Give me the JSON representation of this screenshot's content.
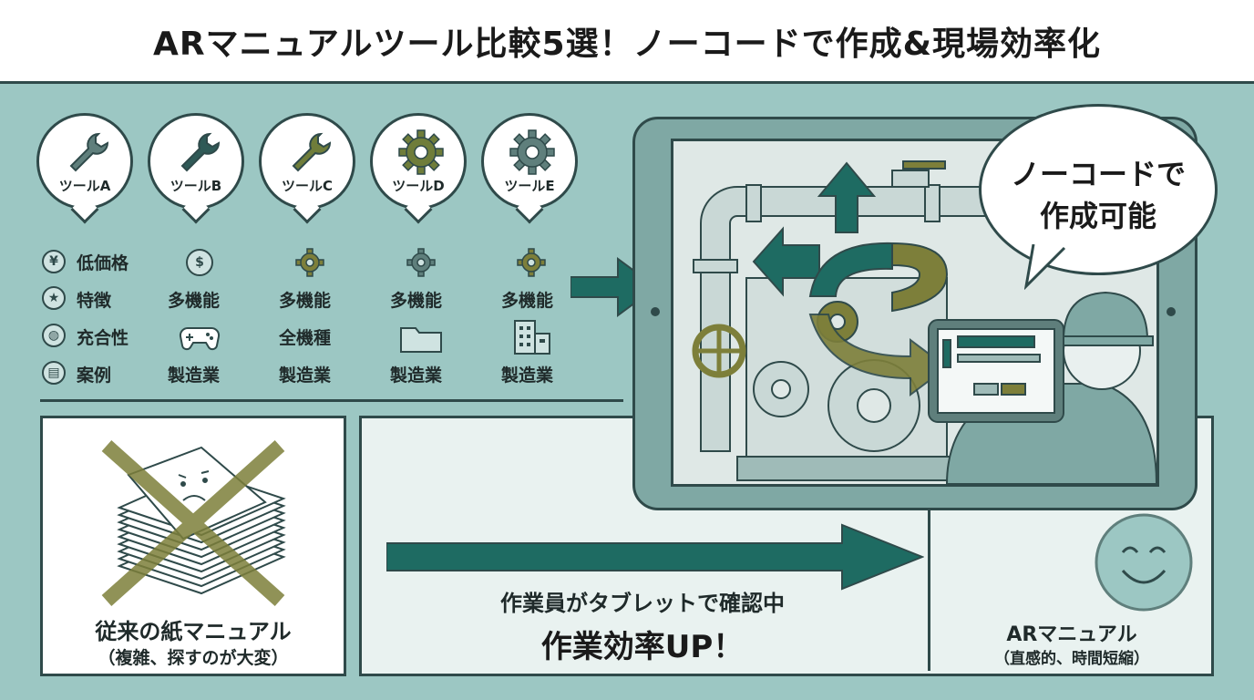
{
  "title": "ARマニュアルツール比較5選！ノーコードで作成&現場効率化",
  "tools": [
    {
      "label": "ツールA",
      "icon": "wrench-icon",
      "color": "#5f7f7c",
      "features": [
        "低価格",
        "特徴",
        "充合性",
        "案例"
      ]
    },
    {
      "label": "ツールB",
      "icon": "wrench-icon",
      "color": "#2f5a57",
      "features": [
        "多機能",
        "製造業"
      ]
    },
    {
      "label": "ツールC",
      "icon": "wrench-icon",
      "color": "#6f7d3a",
      "features": [
        "多機能",
        "全機種",
        "製造業"
      ]
    },
    {
      "label": "ツールD",
      "icon": "gear-icon",
      "color": "#6f7d3a",
      "features": [
        "多機能",
        "製造業"
      ]
    },
    {
      "label": "ツールE",
      "icon": "gear-icon",
      "color": "#5f7f7c",
      "features": [
        "多機能",
        "製造業"
      ]
    }
  ],
  "speech_bubble": {
    "line1": "ノーコードで",
    "line2": "作成可能"
  },
  "old_manual": {
    "caption": "従来の紙マニュアル",
    "sub": "（複雑、探すのが大変）"
  },
  "middle": {
    "caption": "作業員がタブレットで確認中",
    "headline": "作業効率UP！"
  },
  "ar_manual": {
    "caption": "ARマニュアル",
    "sub": "（直感的、時間短縮）"
  },
  "colors": {
    "teal_dark": "#1e6b62",
    "olive": "#7d7f3a",
    "frame": "#2f4a4a",
    "bg": "#9cc7c3"
  }
}
